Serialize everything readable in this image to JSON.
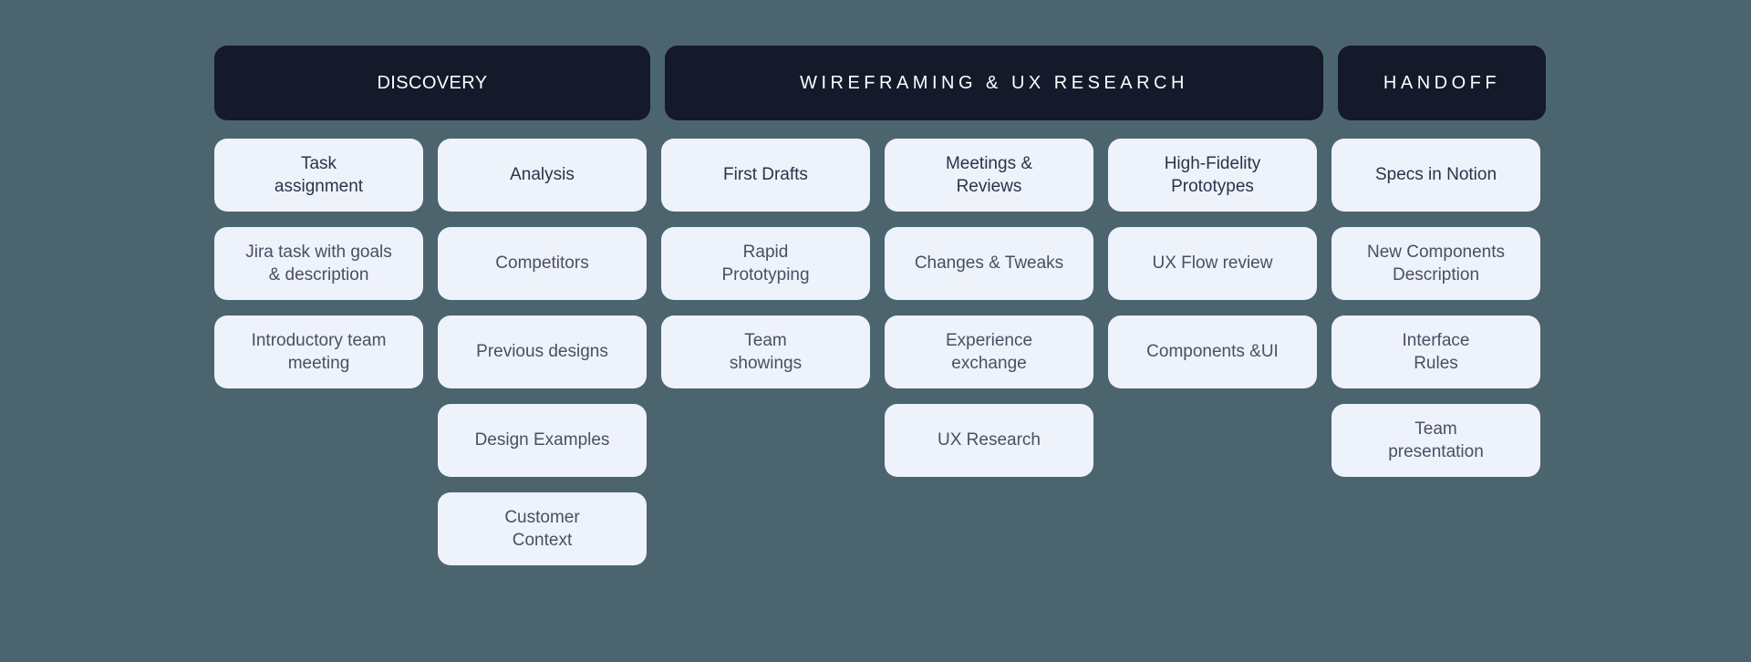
{
  "theme": {
    "background": "#4c646e",
    "phase_background": "#141a2a",
    "phase_text": "#ffffff",
    "card_background": "#eef2fb",
    "card_text": "#4a4f63"
  },
  "phases": [
    {
      "label": "DISCOVERY",
      "columns": 2
    },
    {
      "label": "WIREFRAMING & UX RESEARCH",
      "columns": 3
    },
    {
      "label": "HANDOFF",
      "columns": 1
    }
  ],
  "columns": [
    {
      "name": "discovery-1",
      "cards": [
        "Task\nassignment",
        "Jira task with goals\n& description",
        "Introductory team\nmeeting"
      ]
    },
    {
      "name": "discovery-2",
      "cards": [
        "Analysis",
        "Competitors",
        "Previous designs",
        "Design Examples",
        "Customer\nContext"
      ]
    },
    {
      "name": "wireframing-1",
      "cards": [
        "First Drafts",
        "Rapid\nPrototyping",
        "Team\nshowings"
      ]
    },
    {
      "name": "wireframing-2",
      "cards": [
        "Meetings  &\nReviews",
        "Changes & Tweaks",
        "Experience\nexchange",
        "UX Research"
      ]
    },
    {
      "name": "wireframing-3",
      "cards": [
        "High-Fidelity\nPrototypes",
        "UX Flow review",
        "Components &UI"
      ]
    },
    {
      "name": "handoff-1",
      "cards": [
        "Specs in Notion",
        "New Components\nDescription",
        "Interface\nRules",
        "Team\npresentation"
      ]
    }
  ],
  "grid": {
    "rows": [
      [
        "Task\nassignment",
        "Analysis",
        "First Drafts",
        "Meetings  &\nReviews",
        "High-Fidelity\nPrototypes",
        "Specs in Notion"
      ],
      [
        "Jira task with goals\n& description",
        "Competitors",
        "Rapid\nPrototyping",
        "Changes & Tweaks",
        "UX Flow review",
        "New Components\nDescription"
      ],
      [
        "Introductory team\nmeeting",
        "Previous designs",
        "Team\nshowings",
        "Experience\nexchange",
        "Components &UI",
        "Interface\nRules"
      ],
      [
        null,
        "Design Examples",
        null,
        "UX Research",
        null,
        "Team\npresentation"
      ],
      [
        null,
        "Customer\nContext",
        null,
        null,
        null,
        null
      ]
    ]
  }
}
